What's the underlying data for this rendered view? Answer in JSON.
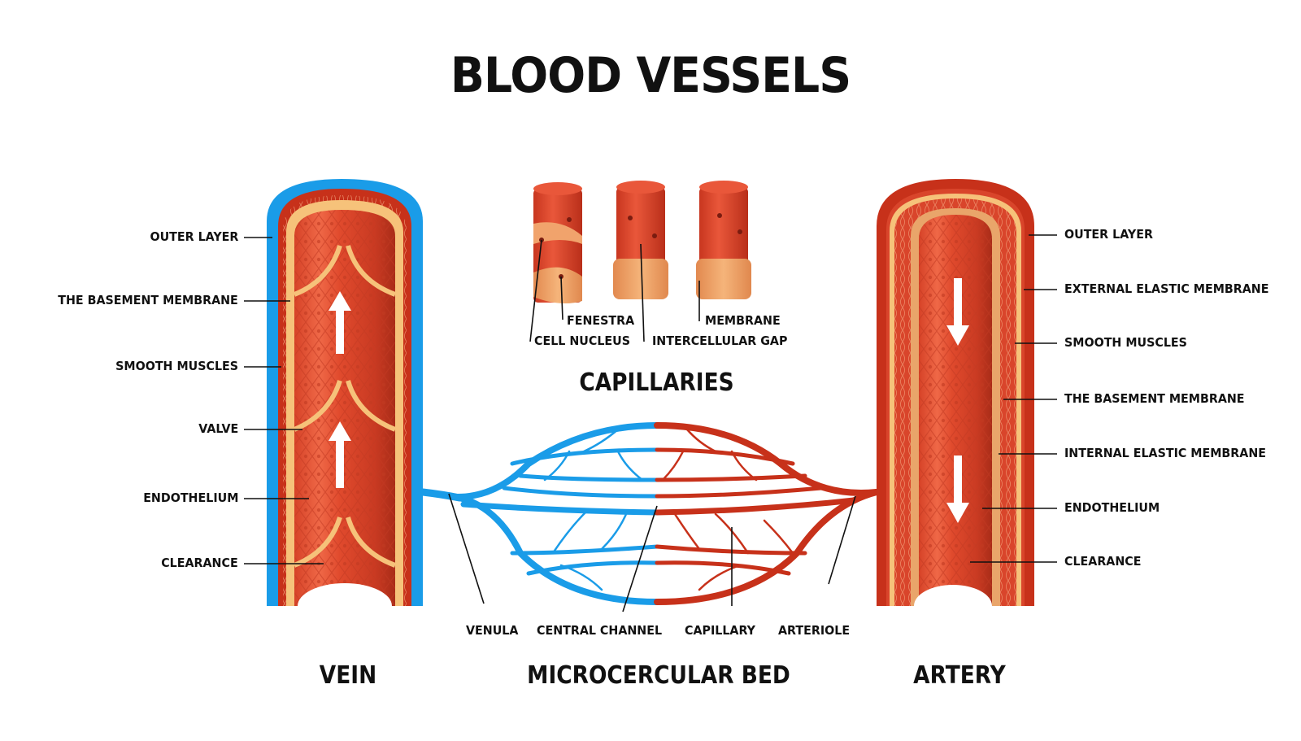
{
  "title": "BLOOD VESSELS",
  "colors": {
    "vein_blue": "#1a9ce8",
    "artery_red": "#c7311a",
    "tissue_red": "#d9452b",
    "tissue_light": "#ee6a48",
    "membrane_cream": "#f6c27a",
    "membrane_tan": "#e9a56a"
  },
  "vein": {
    "section_label": "VEIN",
    "flow_direction": "up",
    "labels": [
      "OUTER LAYER",
      "THE BASEMENT MEMBRANE",
      "SMOOTH MUSCLES",
      "VALVE",
      "ENDOTHELIUM",
      "CLEARANCE"
    ]
  },
  "capillaries": {
    "section_label": "CAPILLARIES",
    "labels": [
      "FENESTRA",
      "CELL NUCLEUS",
      "MEMBRANE",
      "INTERCELLULAR GAP"
    ]
  },
  "microcirculation": {
    "section_label": "MICROCERCULAR BED",
    "labels": [
      "VENULA",
      "CENTRAL CHANNEL",
      "CAPILLARY",
      "ARTERIOLE"
    ]
  },
  "artery": {
    "section_label": "ARTERY",
    "flow_direction": "down",
    "labels": [
      "OUTER LAYER",
      "EXTERNAL ELASTIC MEMBRANE",
      "SMOOTH MUSCLES",
      "THE BASEMENT MEMBRANE",
      "INTERNAL ELASTIC MEMBRANE",
      "ENDOTHELIUM",
      "CLEARANCE"
    ]
  }
}
